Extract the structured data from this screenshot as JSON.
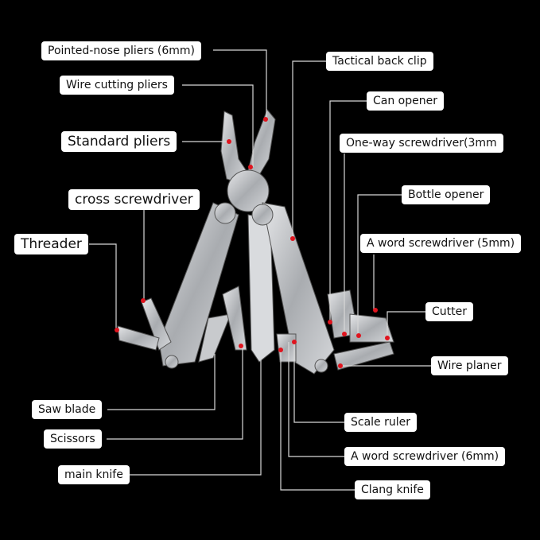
{
  "labels": {
    "pointed_nose_pliers": "Pointed-nose pliers (6mm)",
    "wire_cutting_pliers": "Wire cutting pliers",
    "standard_pliers": "Standard pliers",
    "cross_screwdriver": "cross screwdriver",
    "threader": "Threader",
    "saw_blade": "Saw blade",
    "scissors": "Scissors",
    "main_knife": "main knife",
    "tactical_back_clip": "Tactical back clip",
    "can_opener": "Can opener",
    "one_way_screwdriver": "One-way screwdriver(3mm",
    "bottle_opener": "Bottle opener",
    "word_screwdriver_5mm": "A word screwdriver (5mm)",
    "cutter": "Cutter",
    "wire_planer": "Wire planer",
    "scale_ruler": "Scale ruler",
    "word_screwdriver_6mm": "A word screwdriver (6mm)",
    "clang_knife": "Clang knife"
  },
  "colors": {
    "background": "#000000",
    "marker": "#e0141e",
    "leader": "#d8d8d8",
    "steel": "#b9bcc0"
  }
}
